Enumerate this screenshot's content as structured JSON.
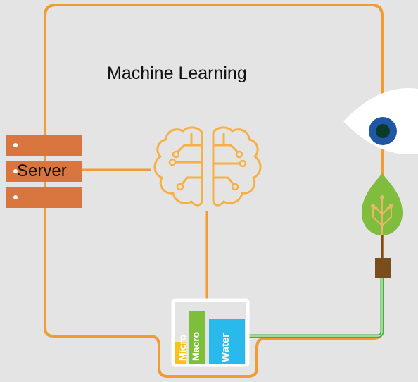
{
  "title": "Machine Learning",
  "server": {
    "label": "Server"
  },
  "tank": {
    "bars": [
      {
        "label": "Micro",
        "color": "#f7c21b",
        "level": 0.35
      },
      {
        "label": "Macro",
        "color": "#7dbf3b",
        "level": 0.85
      },
      {
        "label": "Water",
        "color": "#29b9ea",
        "level": 0.72
      }
    ]
  },
  "colors": {
    "circuit": "#f29b33",
    "server": "#d9753e",
    "eye_iris": "#1f56a6",
    "leaf": "#80bd3e",
    "pot": "#7a4e1c",
    "tube": "#3db23b"
  },
  "icons": [
    "server-icon",
    "brain-icon",
    "eye-icon",
    "plant-icon",
    "nutrient-tank-icon"
  ]
}
